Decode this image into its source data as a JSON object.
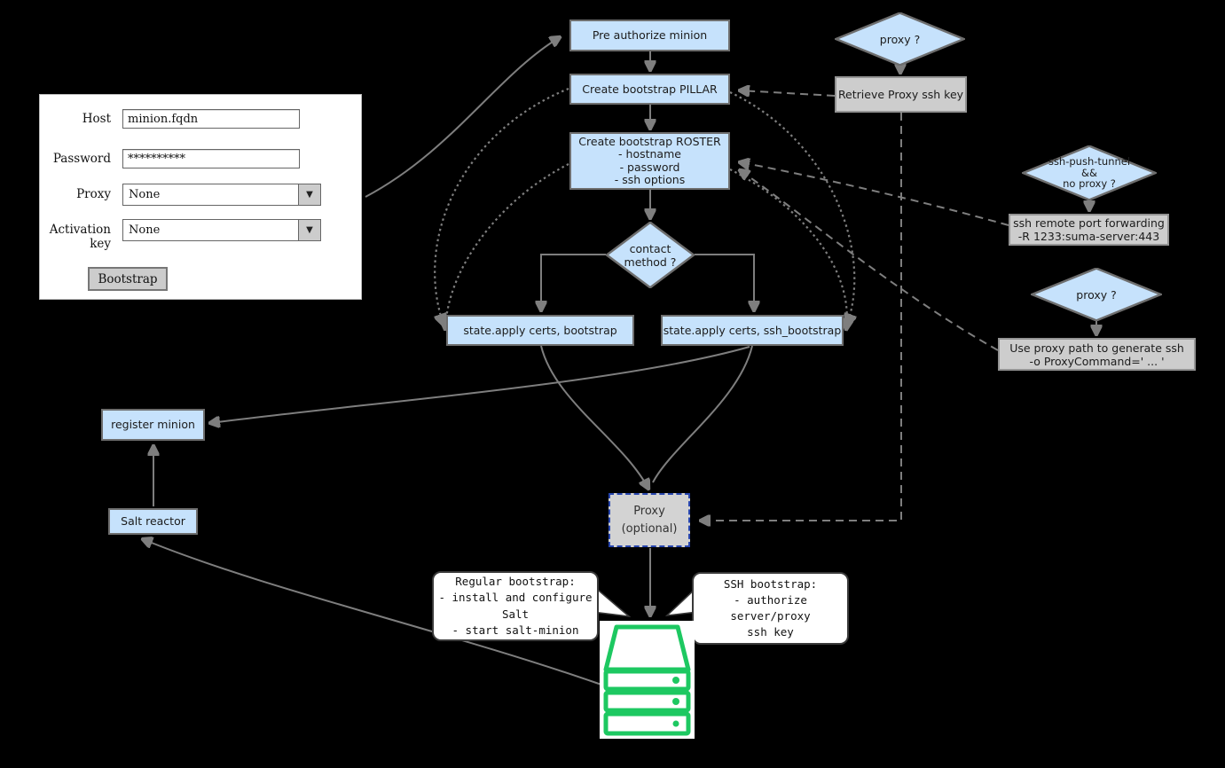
{
  "colors": {
    "background": "#000000",
    "node_blue_fill": "#c6e2fc",
    "node_border": "#6e6e6e",
    "gray_fill": "#cdcdcd",
    "gray_border": "#949494",
    "connector_gray": "#7e7e7e",
    "proxy_dashed_border": "#2745ae",
    "server_green": "#1dc861"
  },
  "form": {
    "dropdown_glyph": "▼",
    "button_label": "Bootstrap",
    "fields": [
      {
        "label": "Host",
        "value": "minion.fqdn"
      },
      {
        "label": "Password",
        "value": "**********"
      },
      {
        "label": "Proxy",
        "value": "None"
      },
      {
        "label": "Activation key",
        "value": "None"
      }
    ]
  },
  "nodes": {
    "pre_authorize": {
      "label": "Pre authorize minion"
    },
    "create_pillar": {
      "label": "Create bootstrap PILLAR"
    },
    "create_roster": {
      "label": "Create bootstrap ROSTER\n- hostname\n- password\n- ssh options"
    },
    "contact_method": {
      "label": "contact\nmethod ?"
    },
    "state_apply_bootstrap": {
      "label": "state.apply certs, bootstrap"
    },
    "state_apply_ssh_bootstrap": {
      "label": "state.apply certs, ssh_bootstrap"
    },
    "register_minion": {
      "label": "register minion"
    },
    "salt_reactor": {
      "label": "Salt reactor"
    },
    "proxy_optional": {
      "label": "Proxy\n(optional)"
    },
    "proxy_q_top": {
      "label": "proxy ?"
    },
    "retrieve_proxy_key": {
      "label": "Retrieve Proxy ssh key"
    },
    "ssh_push_tunnel_q": {
      "label": "ssh-push-tunnel\n&&\nno proxy ?"
    },
    "ssh_remote_port": {
      "label": "ssh remote port forwarding\n-R 1233:suma-server:443"
    },
    "proxy_q_bottom": {
      "label": "proxy ?"
    },
    "use_proxy_path": {
      "label": "Use proxy path to generate ssh\n-o ProxyCommand=' ... '"
    }
  },
  "callouts": {
    "regular_bootstrap": "Regular bootstrap:\n- install and configure\nSalt\n- start salt-minion",
    "ssh_bootstrap": "SSH bootstrap:\n- authorize server/proxy\nssh key"
  }
}
